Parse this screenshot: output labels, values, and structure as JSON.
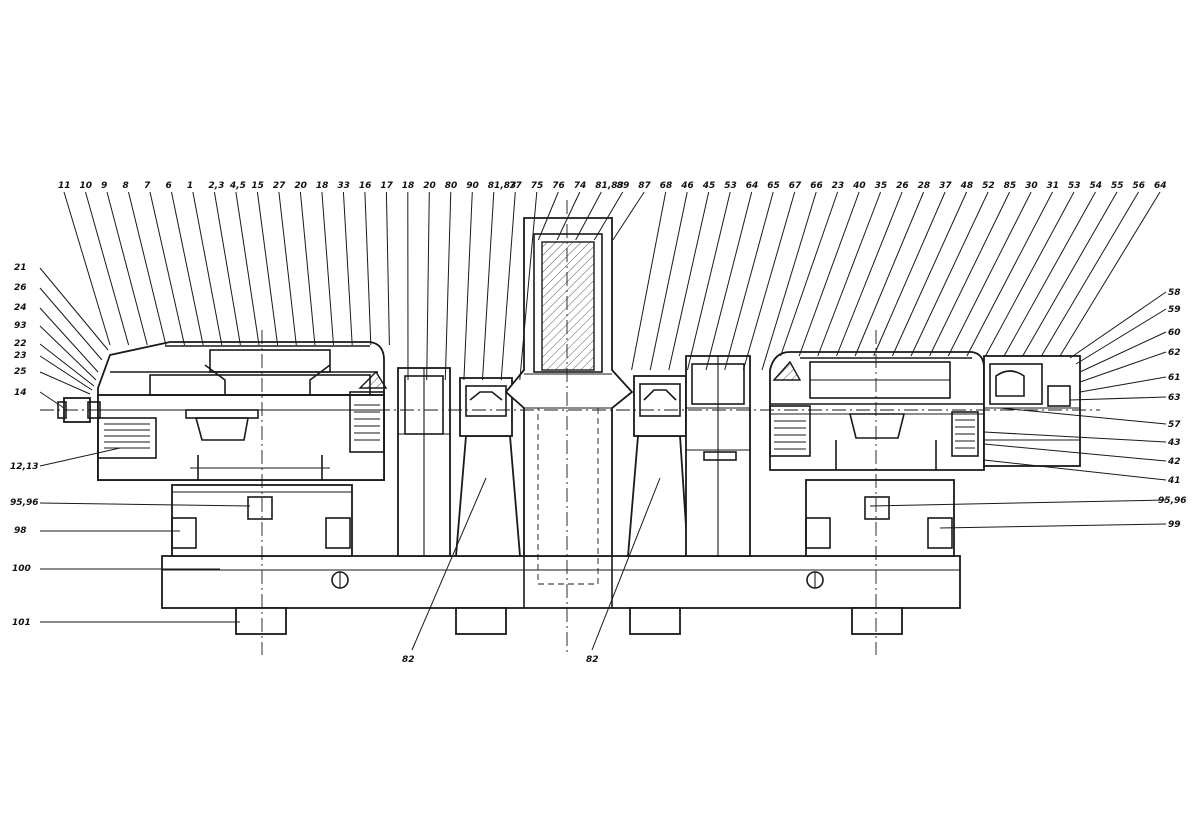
{
  "top_labels": [
    "11",
    "10",
    "9",
    "8",
    "7",
    "6",
    "1",
    "2,3",
    "4,5",
    "15",
    "27",
    "20",
    "18",
    "33",
    "16",
    "17",
    "18",
    "20",
    "80",
    "90",
    "81,83",
    "77",
    "75",
    "76",
    "74",
    "81,83",
    "89",
    "87",
    "68",
    "46",
    "45",
    "53",
    "64",
    "65",
    "67",
    "66",
    "23",
    "40",
    "35",
    "26",
    "28",
    "37",
    "48",
    "52",
    "85",
    "30",
    "31",
    "53",
    "54",
    "55",
    "56",
    "64"
  ],
  "left_labels": [
    "21",
    "26",
    "24",
    "93",
    "22",
    "23",
    "25",
    "14",
    "12,13",
    "95,96",
    "98",
    "100",
    "101"
  ],
  "right_labels": [
    "58",
    "59",
    "60",
    "62",
    "61",
    "63",
    "57",
    "43",
    "42",
    "41",
    "95,96",
    "99"
  ],
  "bottom_labels": [
    "82",
    "82"
  ]
}
